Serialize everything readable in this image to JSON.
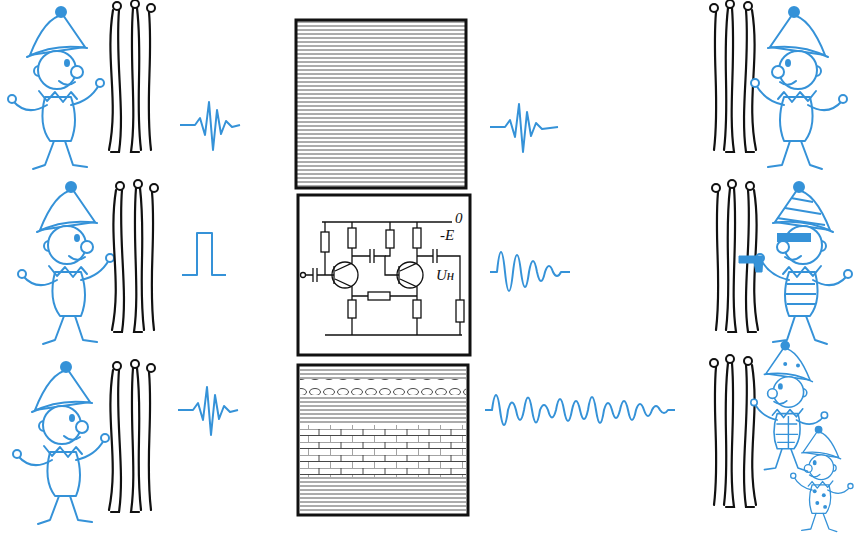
{
  "diagram": {
    "labels": [
      "0",
      "-E",
      "Uн"
    ]
  }
}
